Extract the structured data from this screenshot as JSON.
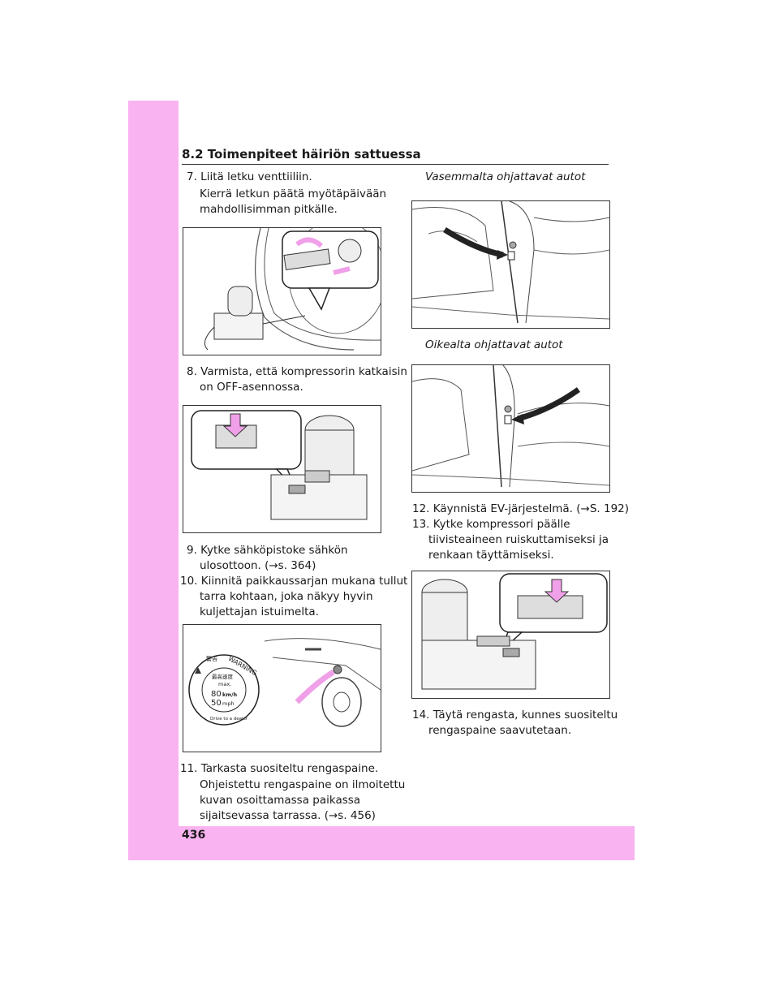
{
  "header": {
    "section_title": "8.2 Toimenpiteet häiriön sattuessa"
  },
  "steps": {
    "s7_title": "7. Liitä letku venttiiliin.",
    "s7_body_1": "Kierrä letkun päätä myötäpäivään",
    "s7_body_2": "mahdollisimman pitkälle.",
    "s8_line1": "8. Varmista, että kompressorin katkaisin",
    "s8_line2": "on OFF-asennossa.",
    "s9_line1": "9. Kytke sähköpistoke sähkön",
    "s9_line2": "ulosottoon. (→s. 364)",
    "s10_line1": "10. Kiinnitä paikkaussarjan mukana tullut",
    "s10_line2": "tarra kohtaan, joka näkyy hyvin",
    "s10_line3": "kuljettajan istuimelta.",
    "s11_title": "11. Tarkasta suositeltu rengaspaine.",
    "s11_body_1": "Ohjeistettu rengaspaine on ilmoitettu",
    "s11_body_2": "kuvan osoittamassa paikassa",
    "s11_body_3": "sijaitsevassa tarrassa. (→s. 456)",
    "s12_line1": "12. Käynnistä EV-järjestelmä. (→S. 192)",
    "s13_line1": "13. Kytke kompressori päälle",
    "s13_line2": "tiivisteaineen ruiskuttamiseksi ja",
    "s13_line3": "renkaan täyttämiseksi.",
    "s14_line1": "14. Täytä rengasta, kunnes suositeltu",
    "s14_line2": "rengaspaine saavutetaan."
  },
  "captions": {
    "left_hand": "Vasemmalta ohjattavat autot",
    "right_hand": "Oikealta ohjattavat autot"
  },
  "sticker": {
    "warning": "WARNING",
    "kanji_top": "警告",
    "kanji_speed": "最高速度",
    "max": "max.",
    "kmh_value": "80",
    "kmh_unit": "km/h",
    "mph_value": "50",
    "mph_unit": "mph",
    "drive_text": "Drive to a dealer"
  },
  "page": {
    "number": "436"
  },
  "colors": {
    "accent_pink": "#f9b3f0",
    "arrow_pink": "#f0a0e8"
  }
}
